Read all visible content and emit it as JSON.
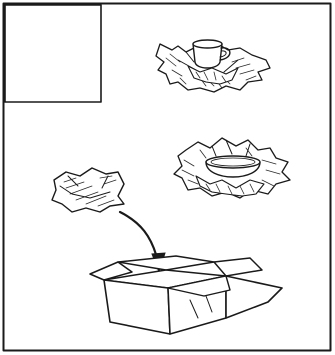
{
  "diagram": {
    "frame_color": "#1a1a1a",
    "background_color": "#ffffff",
    "elements": [
      {
        "name": "corner-panel",
        "kind": "blank-rectangle"
      },
      {
        "name": "cup-wrapped-in-paper",
        "kind": "illustration"
      },
      {
        "name": "bowl-wrapped-in-paper",
        "kind": "illustration"
      },
      {
        "name": "wrapped-bundle",
        "kind": "illustration"
      },
      {
        "name": "curved-arrow",
        "kind": "arrow"
      },
      {
        "name": "open-cardboard-box",
        "kind": "illustration"
      }
    ]
  }
}
